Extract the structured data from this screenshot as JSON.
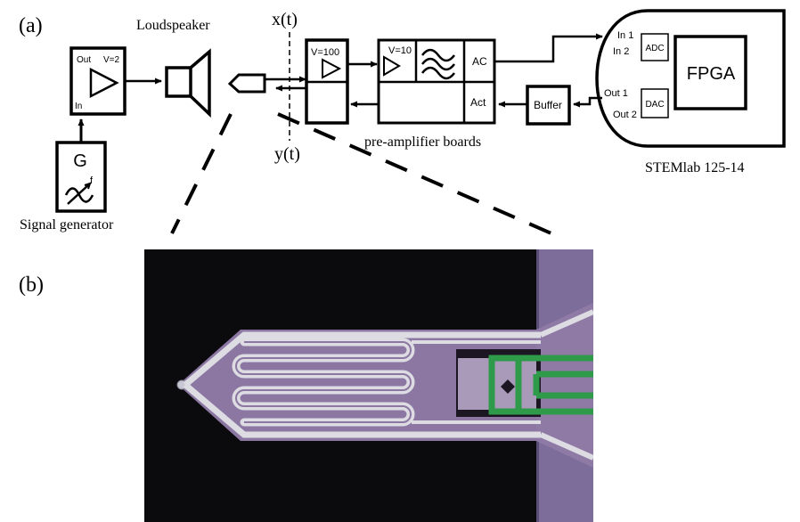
{
  "panel_a": {
    "label": "(a)",
    "signal_generator": {
      "symbol": "G",
      "freq_label": "f",
      "caption": "Signal generator"
    },
    "amplifier": {
      "out_label": "Out",
      "in_label": "In",
      "gain_label": "V=2"
    },
    "loudspeaker": {
      "caption": "Loudspeaker"
    },
    "signals": {
      "x": "x(t)",
      "y": "y(t)"
    },
    "preamp": {
      "gain1": "V=100",
      "gain2": "V=10",
      "ac_label": "AC",
      "act_label": "Act",
      "caption": "pre-amplifier boards"
    },
    "buffer": {
      "label": "Buffer"
    },
    "stemlab": {
      "caption": "STEMlab 125-14",
      "in1": "In 1",
      "in2": "In 2",
      "out1": "Out 1",
      "out2": "Out 2",
      "adc": "ADC",
      "dac": "DAC",
      "fpga": "FPGA"
    }
  },
  "panel_b": {
    "label": "(b)"
  },
  "colors": {
    "line": "#000000",
    "micrograph_background": "#0b0a0d",
    "substrate_purple": "#7d6d9b",
    "cantilever_purple": "#8c77a3",
    "metal_trace": "#dcdce2",
    "piezo_green": "#2e9a4a",
    "gap_dark": "#1c1622"
  }
}
